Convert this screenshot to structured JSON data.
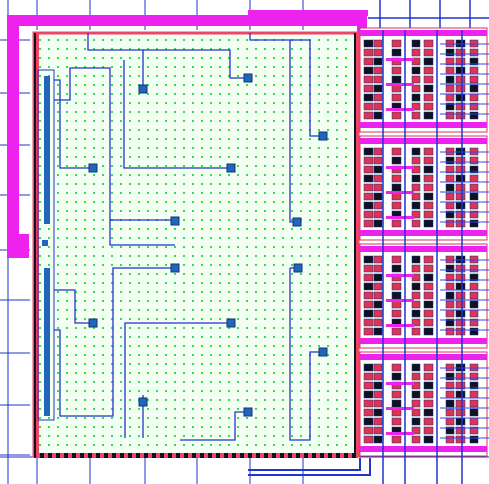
{
  "colors": {
    "background": "#ffffff",
    "metal_blue": "#2233cc",
    "metal_blue_light": "#3344ee",
    "metal_magenta": "#ee22ee",
    "border_red": "#ee4466",
    "dot_green": "#33dd55",
    "via_blue": "#2266bb",
    "pin_dark": "#113377",
    "cell_red": "#dd3355",
    "cell_black": "#111122"
  },
  "icons": {
    "via": "via-square-icon",
    "pin": "io-pin-icon",
    "cell": "standard-cell-icon"
  },
  "layout_view": {
    "core_region": "capacitor-array",
    "pin_column": "left-io-pins",
    "logic_banks": [
      "logic-bank-1",
      "logic-bank-2",
      "logic-bank-3",
      "logic-bank-4"
    ]
  }
}
